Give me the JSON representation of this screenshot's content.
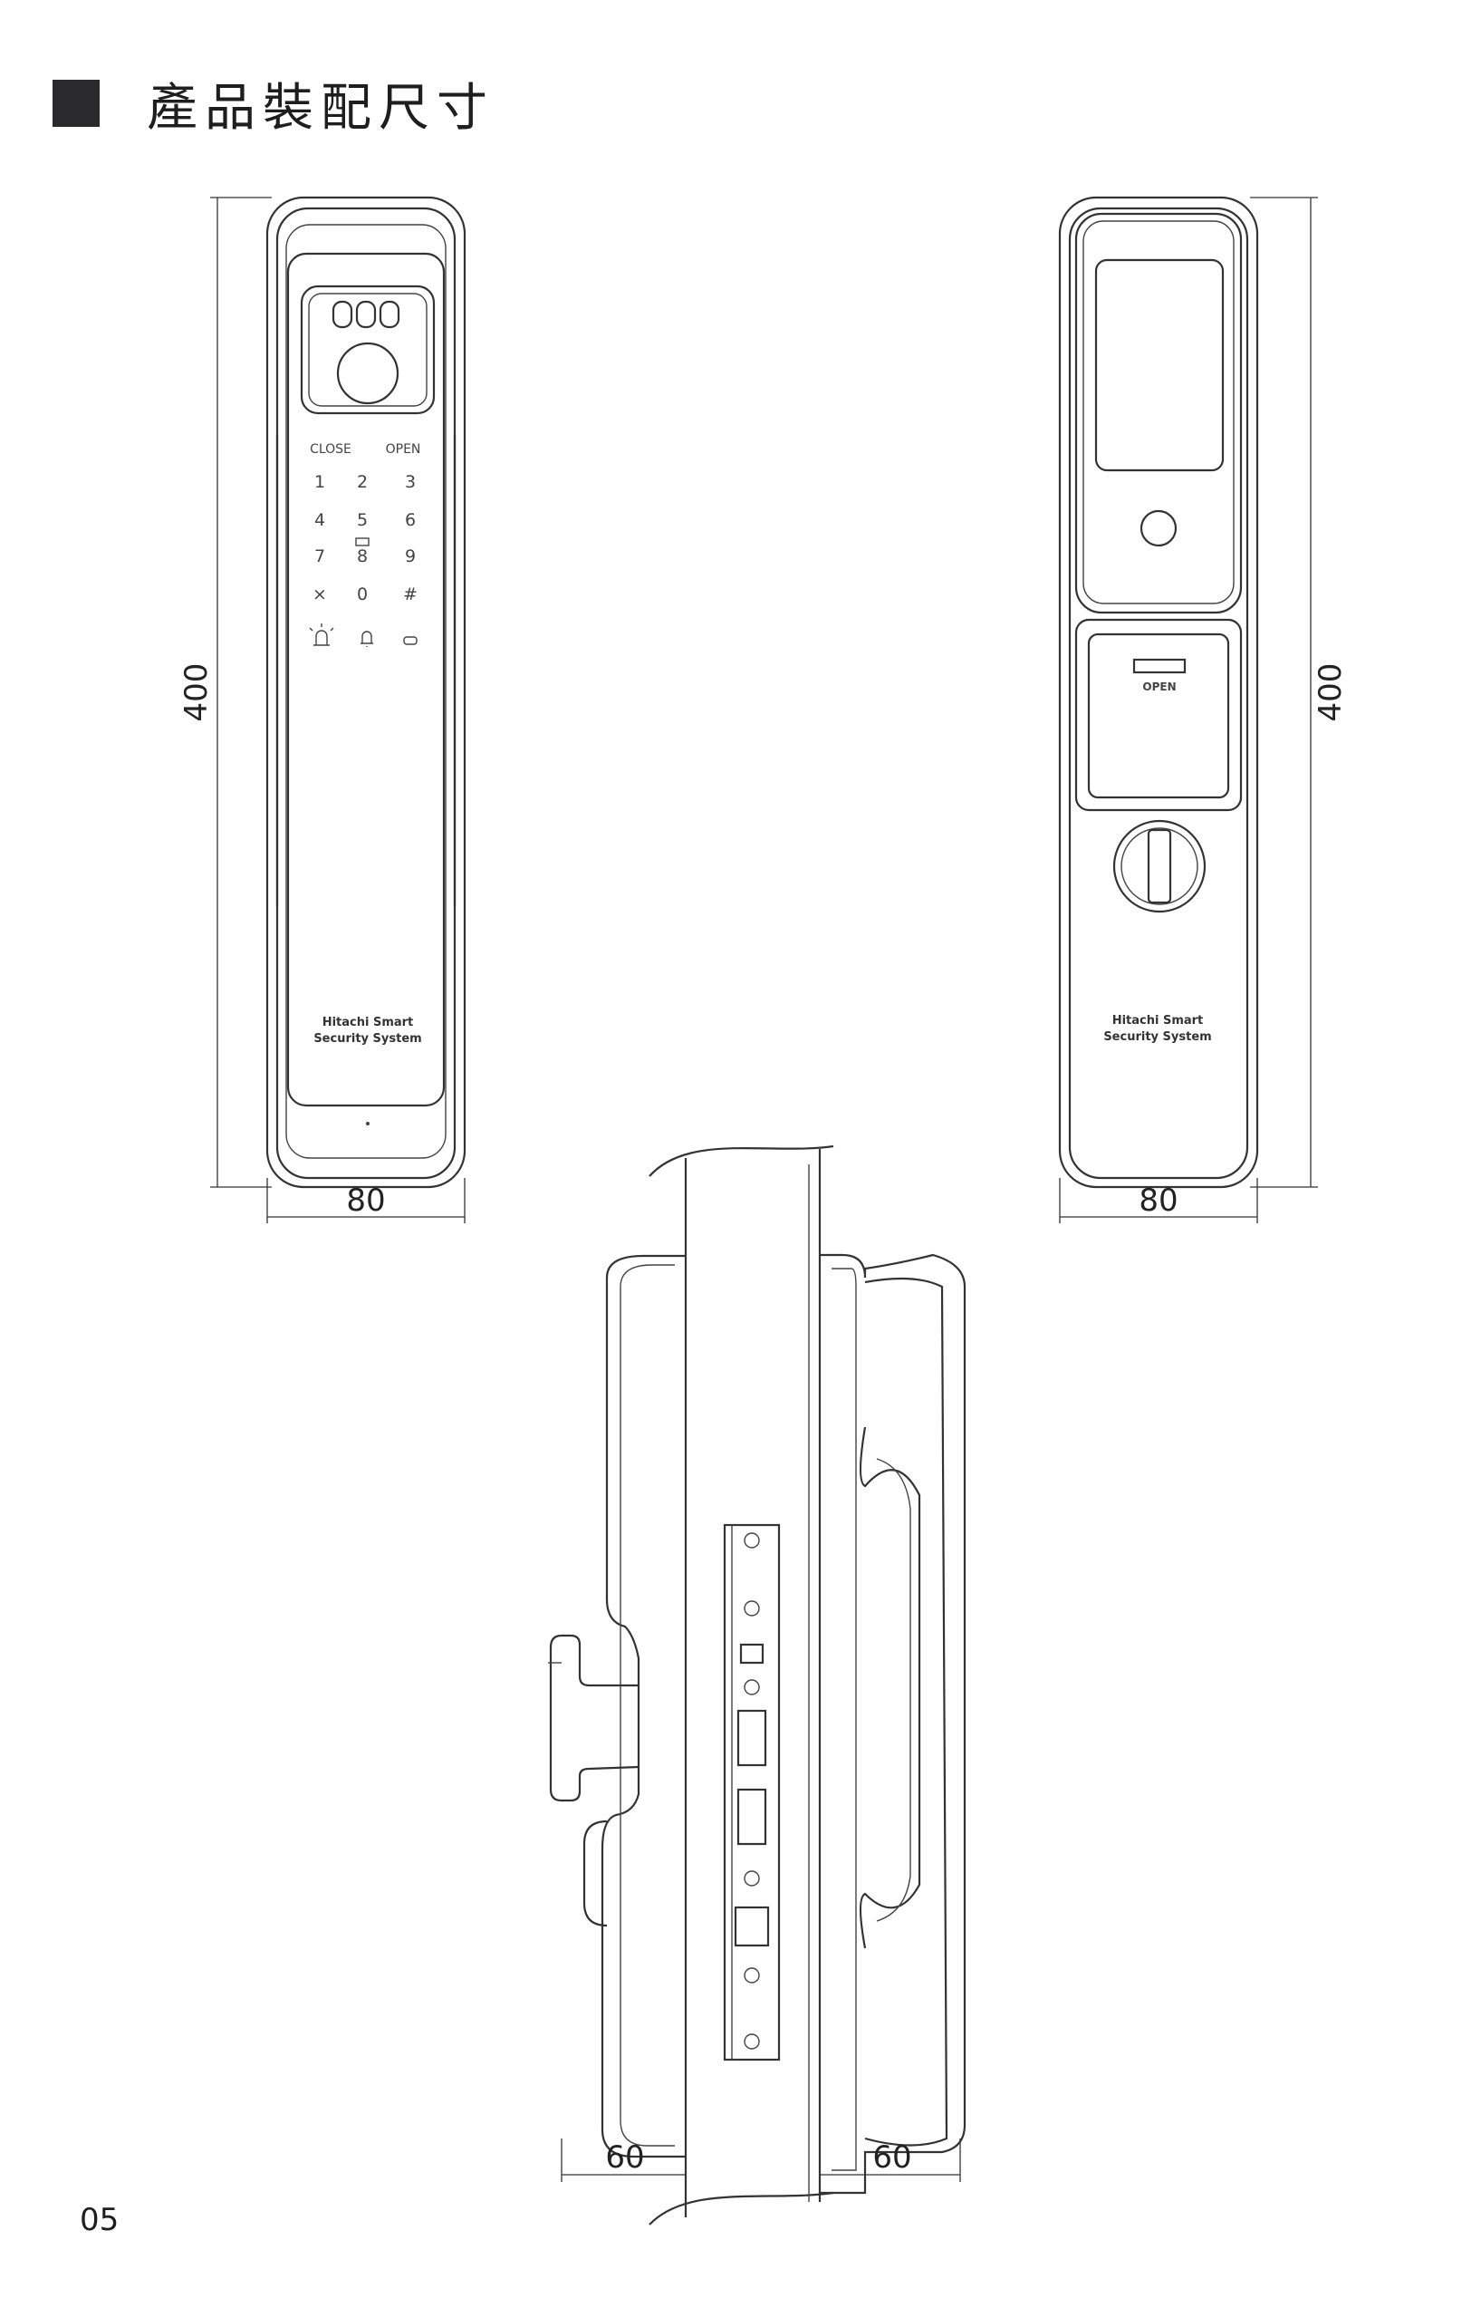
{
  "header": {
    "title": "產品裝配尺寸"
  },
  "front_view": {
    "labels": {
      "close": "CLOSE",
      "open": "OPEN"
    },
    "keys": [
      "1",
      "2",
      "3",
      "4",
      "5",
      "6",
      "7",
      "8",
      "9",
      "×",
      "0",
      "#"
    ],
    "brand_line1": "Hitachi Smart",
    "brand_line2": "Security System",
    "dim_height": "400",
    "dim_width": "80"
  },
  "back_view": {
    "open_label": "OPEN",
    "brand_line1": "Hitachi Smart",
    "brand_line2": "Security System",
    "dim_height": "400",
    "dim_width": "80"
  },
  "side_view": {
    "dim_left": "60",
    "dim_right": "60"
  },
  "page": {
    "number": "05"
  },
  "colors": {
    "line": "#333333",
    "header_square": "#2a2a2e",
    "background": "#ffffff"
  }
}
